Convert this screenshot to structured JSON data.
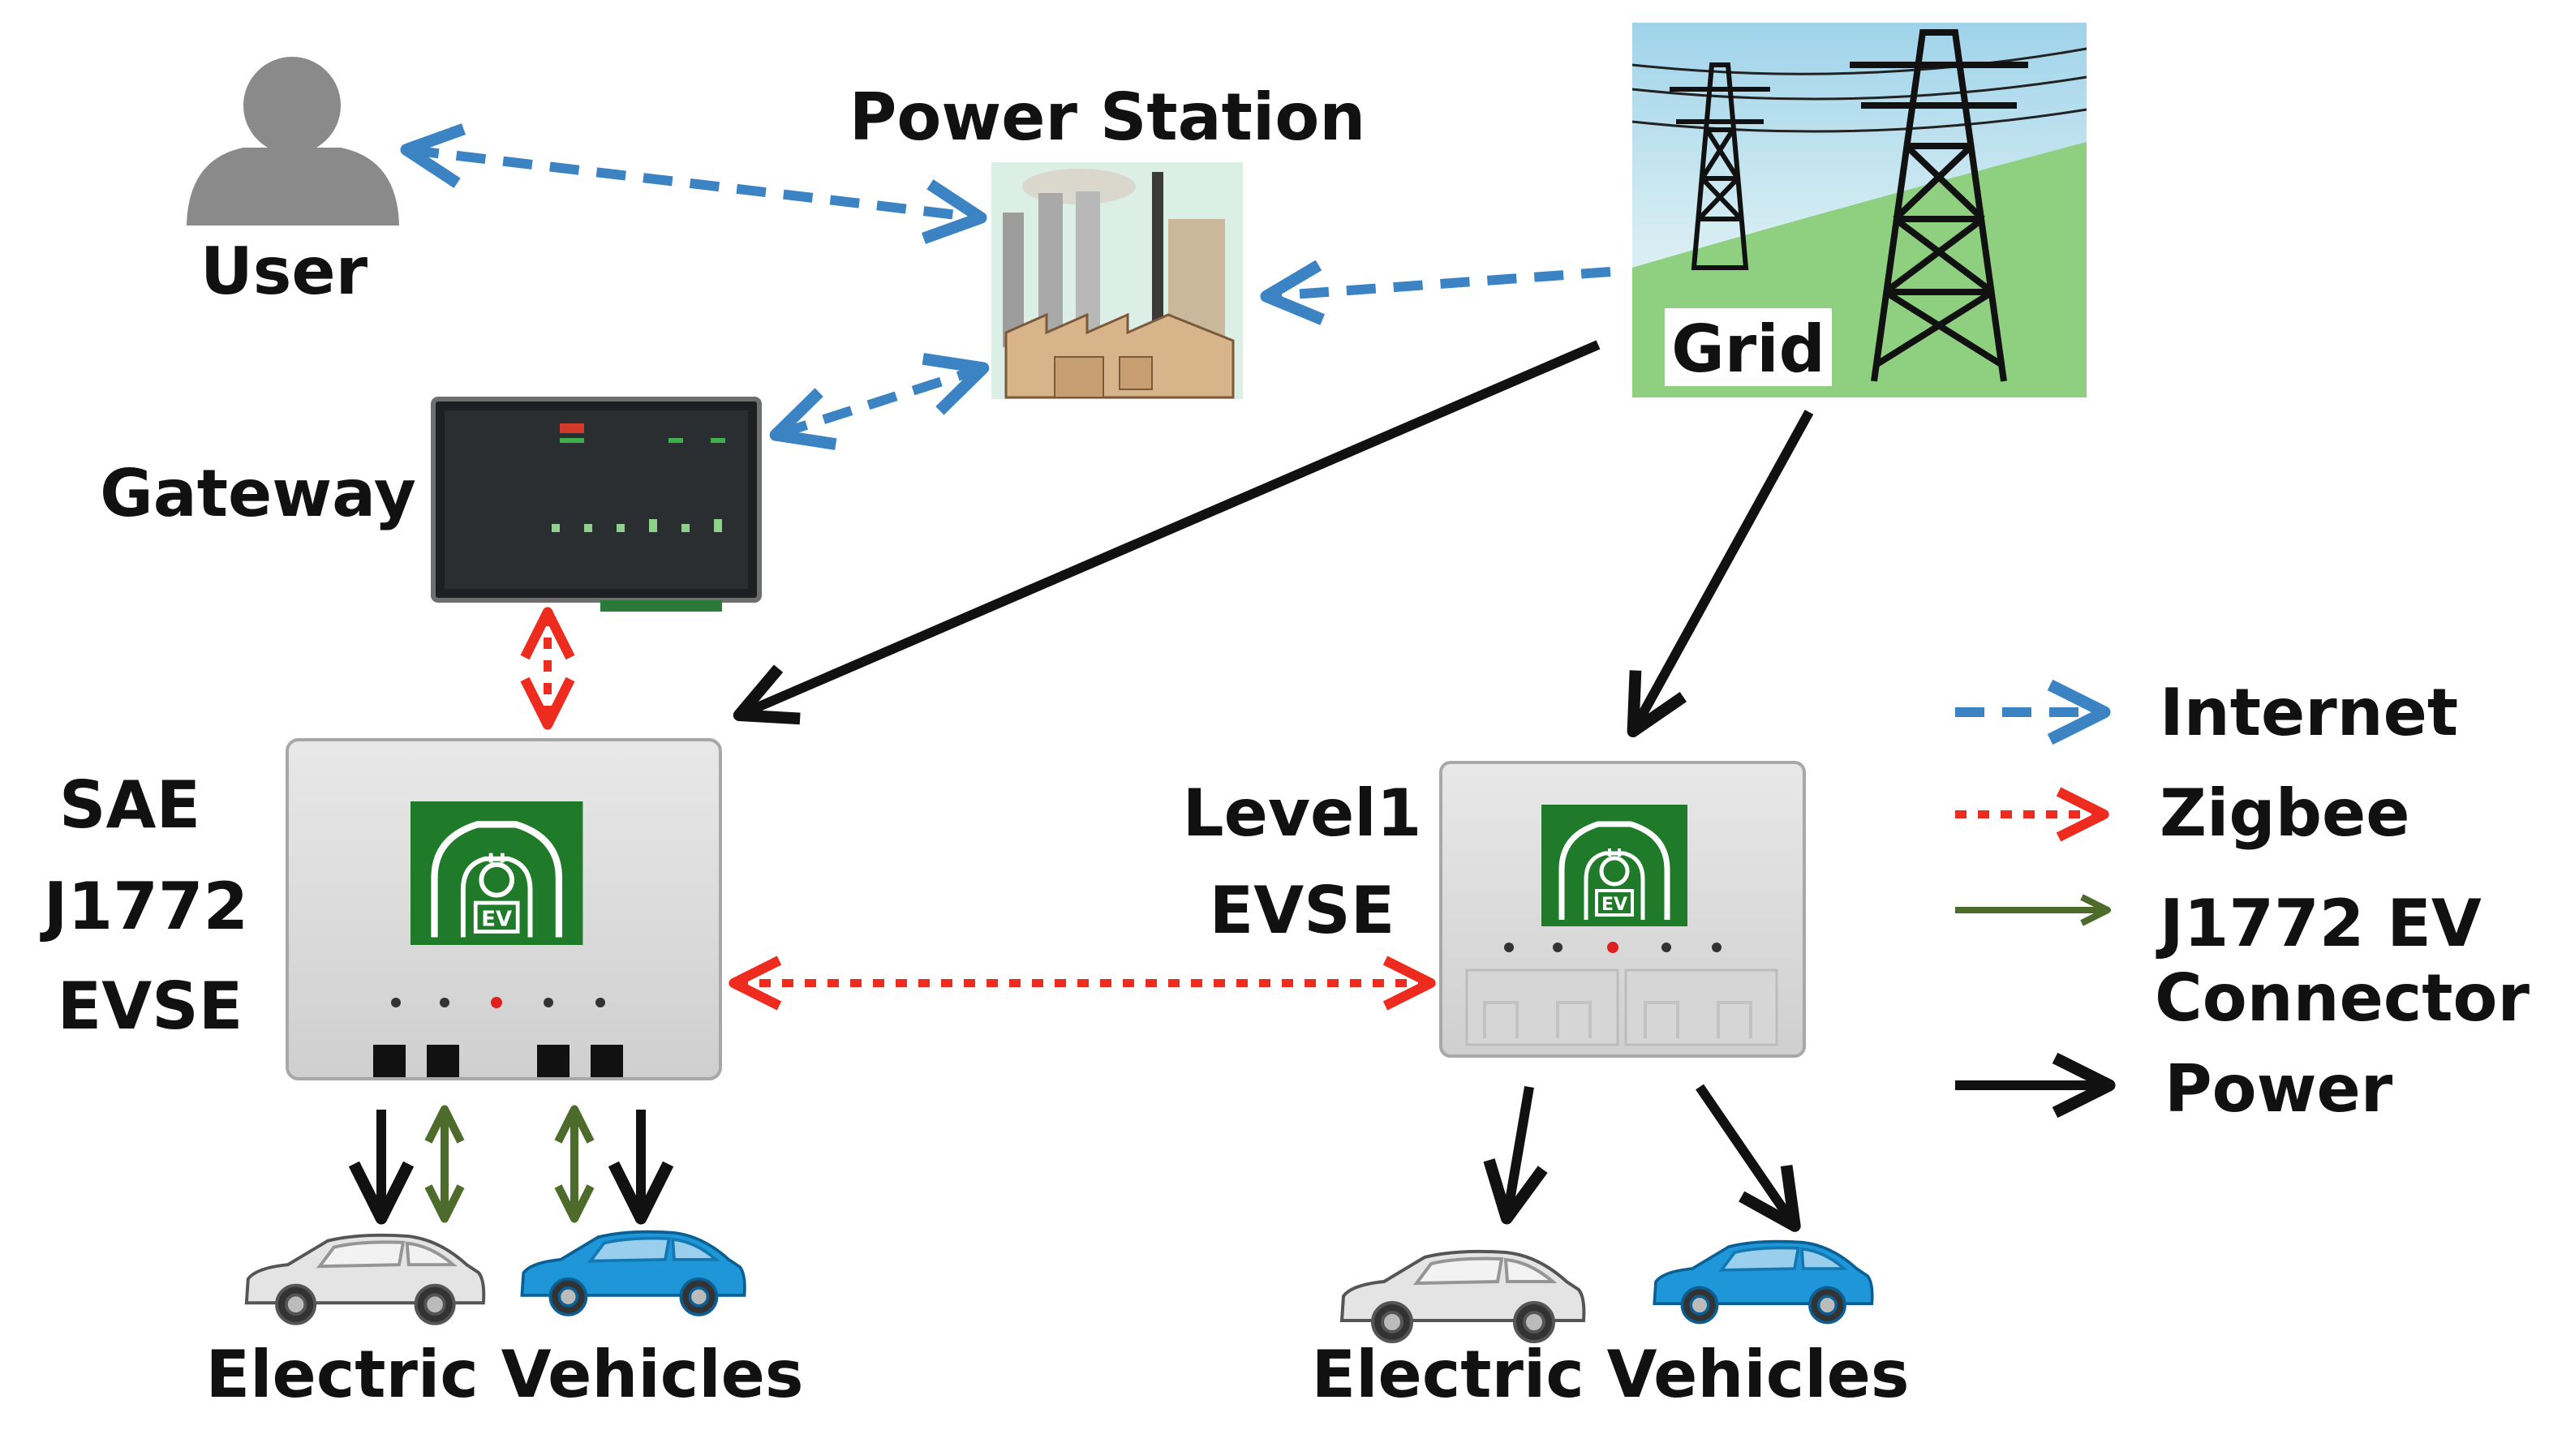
{
  "nodes": {
    "user": {
      "label": "User",
      "icon": "user-silhouette-icon"
    },
    "power_station": {
      "label": "Power Station",
      "icon": "factory-icon"
    },
    "grid": {
      "label": "Grid",
      "icon": "transmission-tower-icon"
    },
    "gateway": {
      "label": "Gateway",
      "icon": "gateway-device-icon"
    },
    "sae_evse": {
      "label_lines": [
        "SAE",
        "J1772",
        "EVSE"
      ],
      "icon": "ev-charger-icon"
    },
    "level1_evse": {
      "label_lines": [
        "Level1",
        "EVSE"
      ],
      "icon": "ev-charger-icon"
    },
    "ev_group_left": {
      "label": "Electric Vehicles"
    },
    "ev_group_right": {
      "label": "Electric Vehicles"
    }
  },
  "legend": {
    "internet": "Internet",
    "zigbee": "Zigbee",
    "connector_lines": [
      "J1772 EV",
      "Connector"
    ],
    "power": "Power"
  },
  "colors": {
    "internet": "#3b83c3",
    "zigbee": "#ee2b1f",
    "connector": "#4d6b2a",
    "power": "#111111",
    "ev_badge": "#1f7a2a",
    "car_white": "#e4e4e4",
    "car_blue": "#1e96d8"
  }
}
